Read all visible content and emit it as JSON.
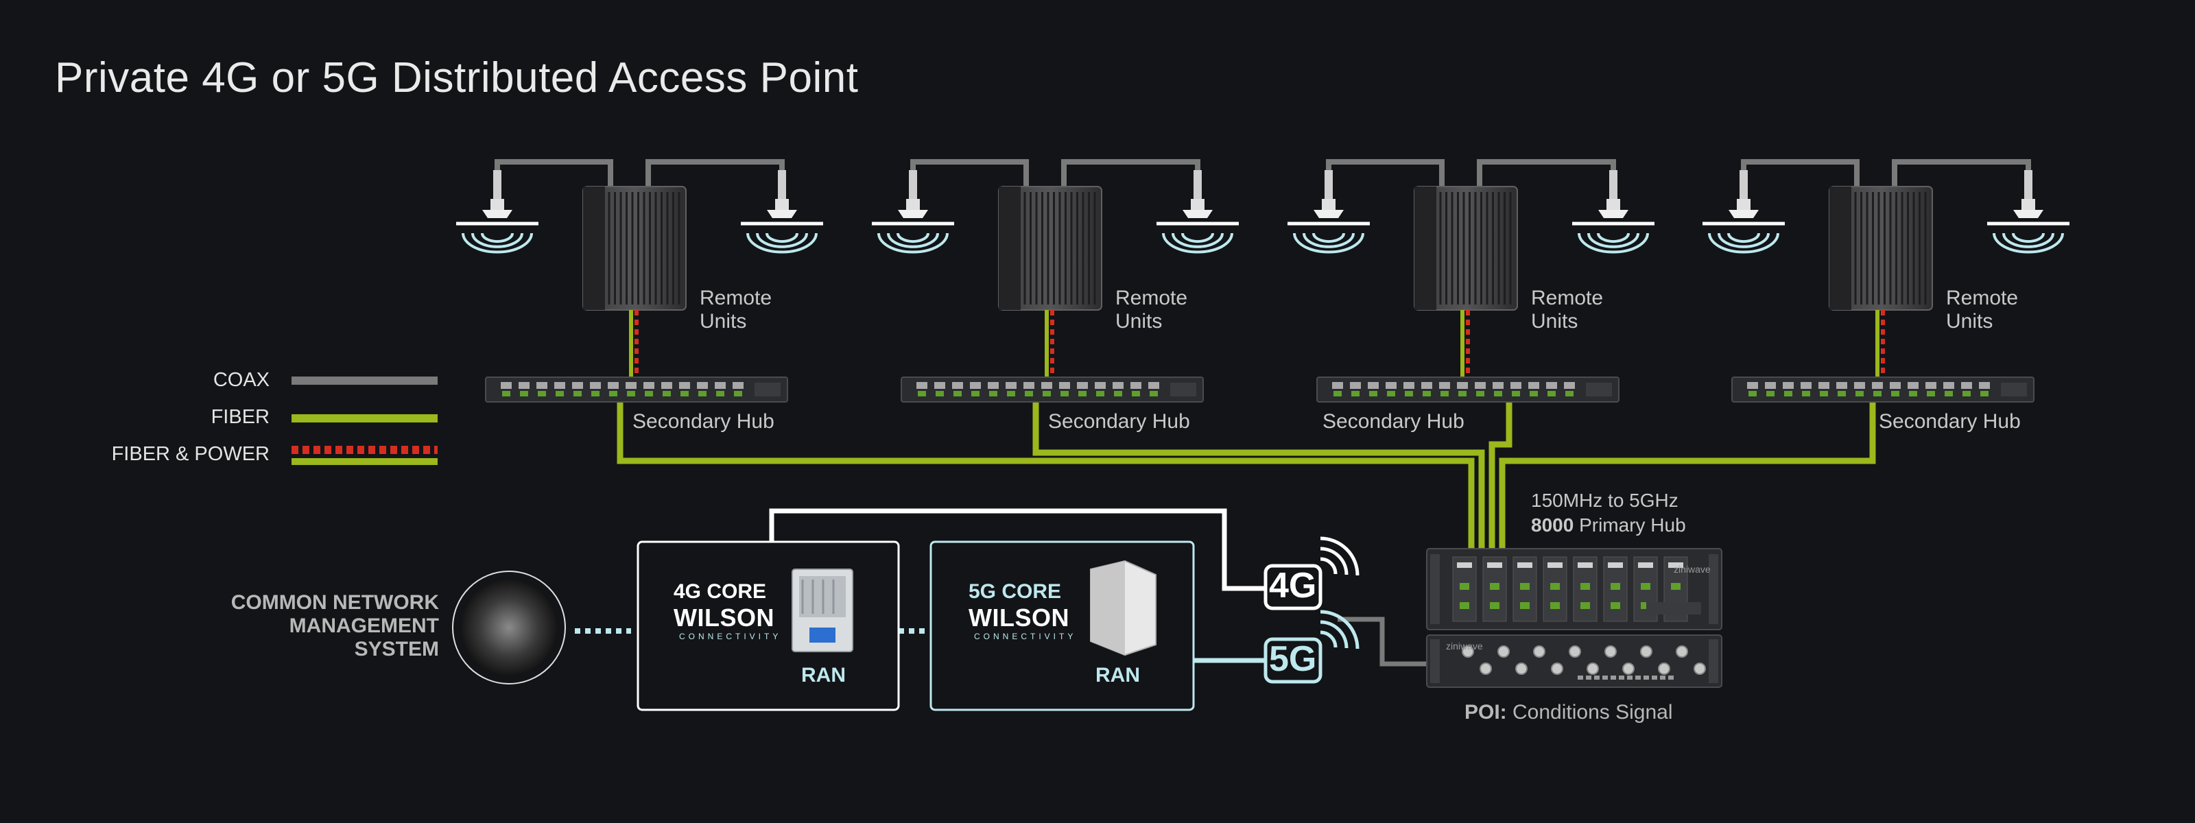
{
  "title": "Private 4G or 5G Distributed Access Point",
  "legend": [
    {
      "label": "COAX",
      "kind": "coax"
    },
    {
      "label": "FIBER",
      "kind": "fiber"
    },
    {
      "label": "FIBER & POWER",
      "kind": "fiber-power"
    }
  ],
  "nodes": {
    "remote_unit_label": [
      "Remote",
      "Units"
    ],
    "secondary_hub_label": "Secondary Hub",
    "primary_hub_range": "150MHz to 5GHz",
    "primary_hub_model": "8000",
    "primary_hub_name": "Primary Hub",
    "poi_bold": "POI:",
    "poi_text": "Conditions Signal",
    "cnms": [
      "COMMON NETWORK",
      "MANAGEMENT",
      "SYSTEM"
    ],
    "core4g": {
      "title": "4G CORE",
      "brand": "WILSON",
      "sub": "CONNECTIVITY",
      "ran": "RAN"
    },
    "core5g": {
      "title": "5G CORE",
      "brand": "WILSON",
      "sub": "CONNECTIVITY",
      "ran": "RAN"
    },
    "band4g": "4G",
    "band5g": "5G",
    "unit_brand": "ziniwave"
  },
  "colors": {
    "background": "#131417",
    "coax": "#7a7a7a",
    "fiber": "#9bb81c",
    "power": "#d62d20",
    "cyan": "#bde8ee",
    "white": "#ffffff"
  }
}
